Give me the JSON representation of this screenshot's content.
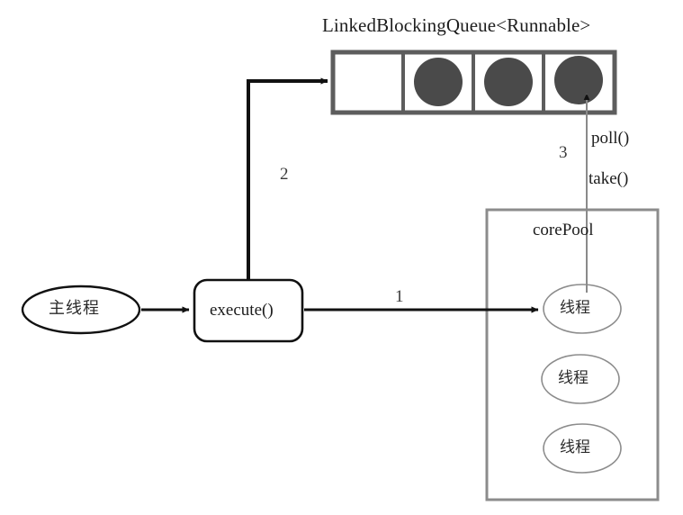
{
  "diagram": {
    "title": "LinkedBlockingQueue<Runnable>",
    "queue": {
      "name": "linked-blocking-queue",
      "cell_count": 4,
      "cells": [
        {
          "index": 0,
          "filled": false,
          "task_label": ""
        },
        {
          "index": 1,
          "filled": true,
          "task_label": ""
        },
        {
          "index": 2,
          "filled": true,
          "task_label": ""
        },
        {
          "index": 3,
          "filled": true,
          "task_label": ""
        }
      ]
    },
    "main_thread": {
      "label": "主线程"
    },
    "execute_box": {
      "label": "execute()"
    },
    "core_pool": {
      "label": "corePool",
      "threads": [
        {
          "label": "线程"
        },
        {
          "label": "线程"
        },
        {
          "label": "线程"
        }
      ]
    },
    "steps": [
      {
        "id": "step-1",
        "label": "1"
      },
      {
        "id": "step-2",
        "label": "2"
      },
      {
        "id": "step-3",
        "label": "3"
      }
    ],
    "methods": [
      {
        "id": "poll-method",
        "label": "poll()"
      },
      {
        "id": "take-method",
        "label": "take()"
      }
    ],
    "colors": {
      "background": "#ffffff",
      "stroke_dark": "#111111",
      "stroke_gray": "#6e6e6e",
      "stroke_light": "#8a8a8a",
      "task_fill": "#4a4a4a",
      "text": "#1c1c1c"
    }
  }
}
